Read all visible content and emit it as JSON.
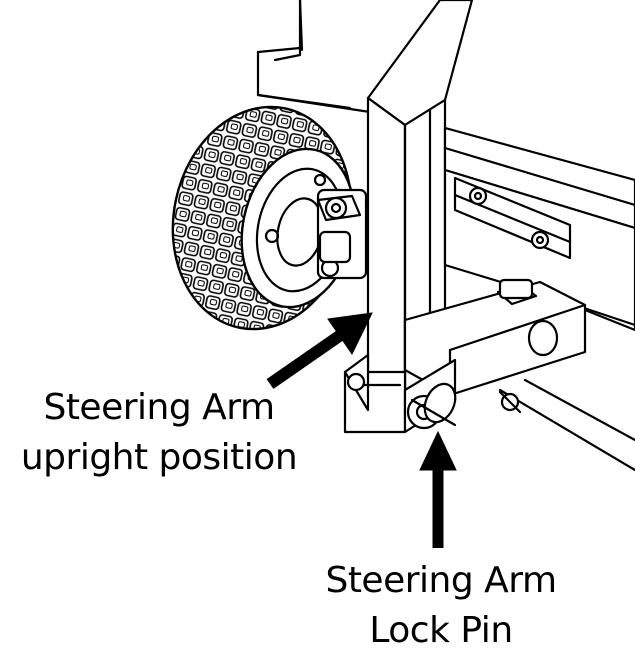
{
  "labels": {
    "upright": {
      "line1": "Steering Arm",
      "line2": "upright position"
    },
    "lock_pin": {
      "line1": "Steering Arm",
      "line2": "Lock Pin"
    }
  },
  "colors": {
    "ink": "#000000",
    "background": "#ffffff"
  }
}
